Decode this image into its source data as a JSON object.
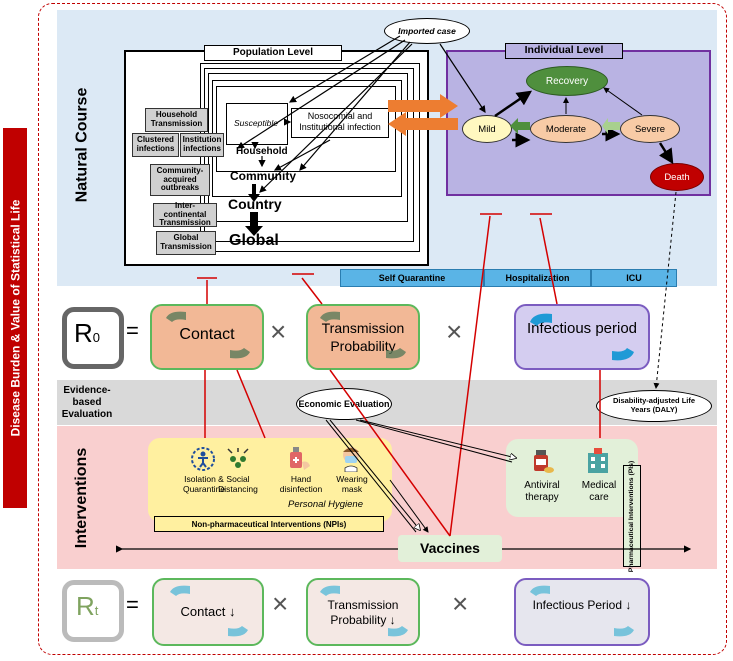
{
  "side_title": "Disease Burden & Value of Statistical Life",
  "sections": {
    "natural_course": "Natural Course",
    "evidence_based": "Evidence-based Evaluation",
    "interventions": "Interventions"
  },
  "population": {
    "title": "Population Level",
    "household_transmission": "Household Transmission",
    "clustered_infections": "Clustered infections",
    "institution_infections": "Institution infections",
    "community_outbreaks": "Community-acquired outbreaks",
    "intercontinental": "Inter-continental Transmission",
    "global_transmission": "Global Transmission",
    "susceptible": "Susceptible",
    "household": "Household",
    "community": "Community",
    "country": "Country",
    "global": "Global",
    "nosocomial": "Nosocomial and Institutional infection"
  },
  "imported_case": "Imported case",
  "individual": {
    "title": "Individual Level",
    "recovery": "Recovery",
    "mild": "Mild",
    "moderate": "Moderate",
    "severe": "Severe",
    "death": "Death"
  },
  "care_levels": [
    "Self Quarantine",
    "Hospitalization",
    "ICU"
  ],
  "r0": {
    "symbol": "R",
    "subscript": "0",
    "equals": "=",
    "times": "×",
    "contact": "Contact",
    "transmission": "Transmission Probability",
    "infectious": "Infectious period"
  },
  "economic_evaluation": "Economic Evaluation",
  "daly": "Disability-adjusted Life Years (DALY)",
  "npi": {
    "isolation": "Isolation & Quarantine",
    "social": "Social Distancing",
    "hand": "Hand disinfection",
    "mask": "Wearing mask",
    "personal_hygiene": "Personal Hygiene",
    "title": "Non-pharmaceutical Interventions (NPIs)"
  },
  "pharma": {
    "antiviral": "Antiviral therapy",
    "medical": "Medical care",
    "title": "Pharmaceutical Interventions (PIs)"
  },
  "vaccines": "Vaccines",
  "rt": {
    "symbol": "R",
    "subscript": "t",
    "equals": "=",
    "times": "×",
    "contact": "Contact ↓",
    "transmission": "Transmission Probability ↓",
    "infectious": "Infectious Period ↓"
  },
  "colors": {
    "natural_bg": "#dce9f5",
    "interv_bg": "#f9cfcf",
    "evidence_bg": "#d9d9d9",
    "individual_bg": "#b9b3e3",
    "care_bar": "#5ab4e6",
    "red": "#d40000",
    "green_card": "#5cb85c",
    "purple_card": "#7b5cc0",
    "orange_card": "#f2b896",
    "npi_yellow": "#fff0a0"
  }
}
